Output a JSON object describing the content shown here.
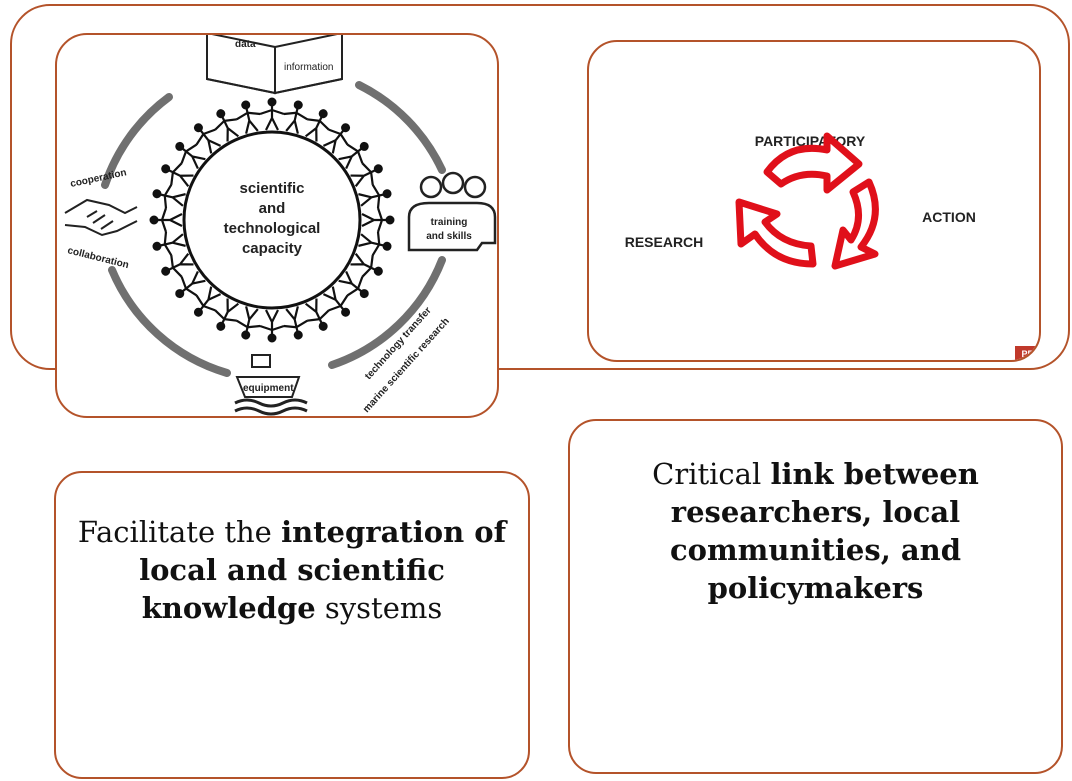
{
  "capacity_diagram": {
    "center_line1": "scientific",
    "center_line2": "and",
    "center_line3": "technological",
    "center_line4": "capacity",
    "label_data": "data",
    "label_information": "information",
    "label_cooperation": "cooperation",
    "label_collaboration": "collaboration",
    "label_training1": "training",
    "label_training2": "and skills",
    "label_equipment": "equipment",
    "label_tech_transfer": "technology transfer",
    "label_marine_research": "marine scientific research"
  },
  "par_diagram": {
    "participatory": "PARTICIPATORY",
    "action": "ACTION",
    "research": "RESEARCH",
    "corner_mark": "PRI",
    "arrow_color": "#e0101a"
  },
  "box_left": {
    "part1": "Facilitate the ",
    "bold": "integration of local and scientific knowledge",
    "part2": " systems"
  },
  "box_right": {
    "part1": "Critical ",
    "bold": "link between researchers, local communities, and policymakers"
  },
  "colors": {
    "border": "#b4532a",
    "arrow": "#e0101a",
    "corner": "#c0392b"
  }
}
